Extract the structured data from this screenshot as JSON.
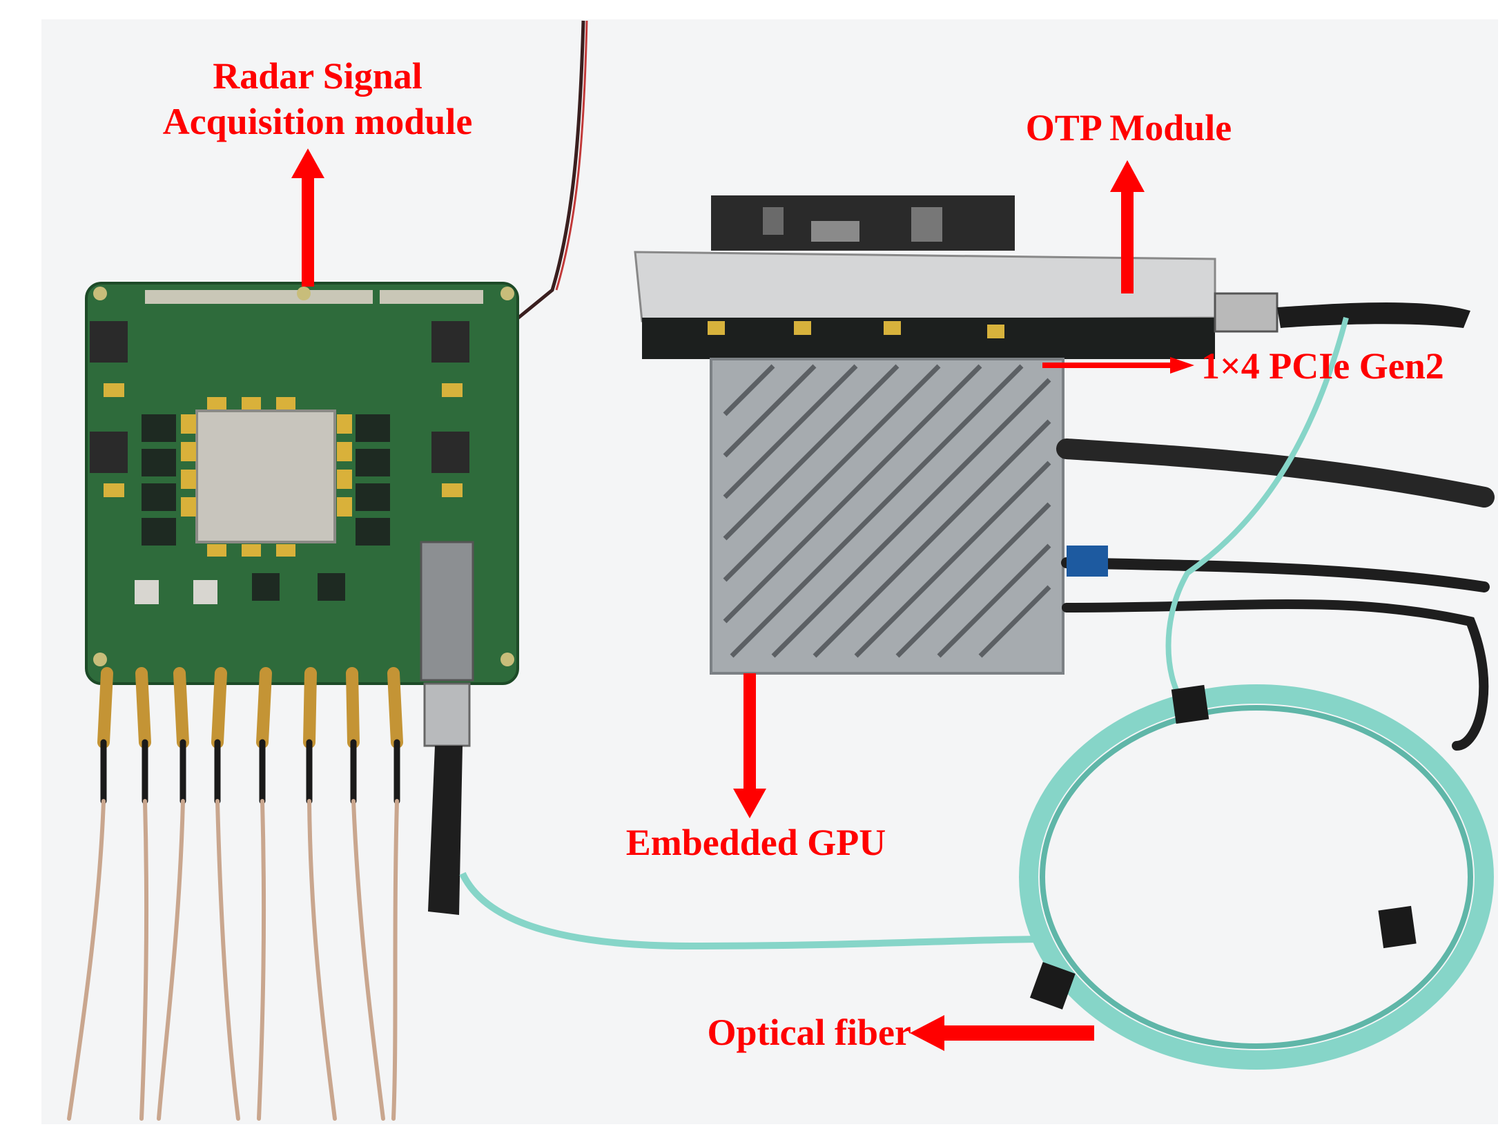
{
  "labels": {
    "radar_line1": "Radar Signal",
    "radar_line2": "Acquisition module",
    "otp": "OTP Module",
    "pcie": "1×4 PCIe Gen2",
    "gpu": "Embedded GPU",
    "fiber": "Optical fiber"
  },
  "colors": {
    "annotation": "#ff0000",
    "pcb_green": "#2f6b3a",
    "gpu_silver": "#a9aeb2",
    "fiber_aqua": "#7fd3c6"
  },
  "icons": [
    "arrow-up-icon",
    "arrow-down-icon",
    "arrow-right-icon",
    "arrow-left-icon"
  ]
}
